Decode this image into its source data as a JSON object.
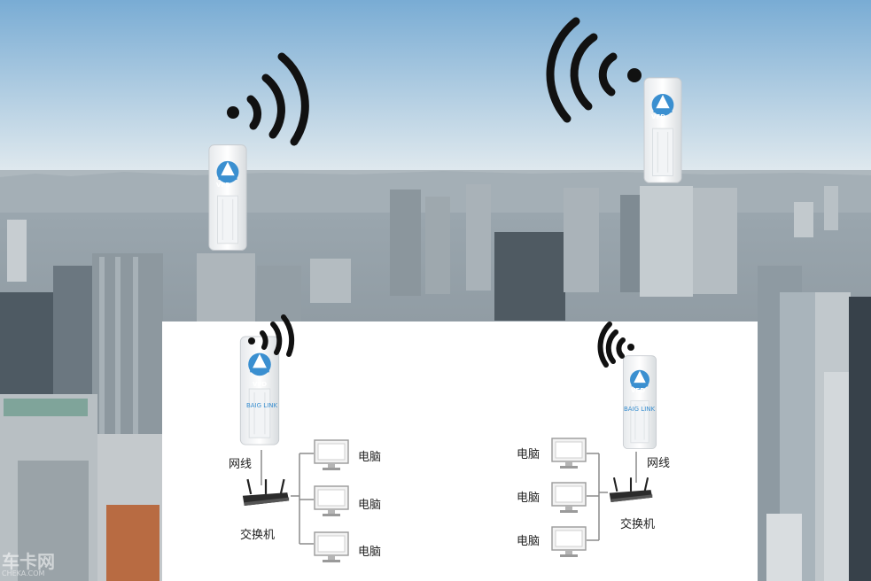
{
  "brand": {
    "logo_text": "VFD"
  },
  "device_label": "BAIG LINK",
  "left_network": {
    "cable_label": "网线",
    "switch_label": "交换机",
    "pc_labels": [
      "电脑",
      "电脑",
      "电脑"
    ]
  },
  "right_network": {
    "cable_label": "网线",
    "switch_label": "交换机",
    "pc_labels": [
      "电脑",
      "电脑",
      "电脑"
    ]
  },
  "watermark": {
    "main": "车卡网",
    "sub": "CHEKA.COM"
  },
  "colors": {
    "sky_top": "#7fb0d6",
    "sky_bottom": "#dfe8ee",
    "logo_blue": "#3a8fd0",
    "signal": "#111111"
  }
}
